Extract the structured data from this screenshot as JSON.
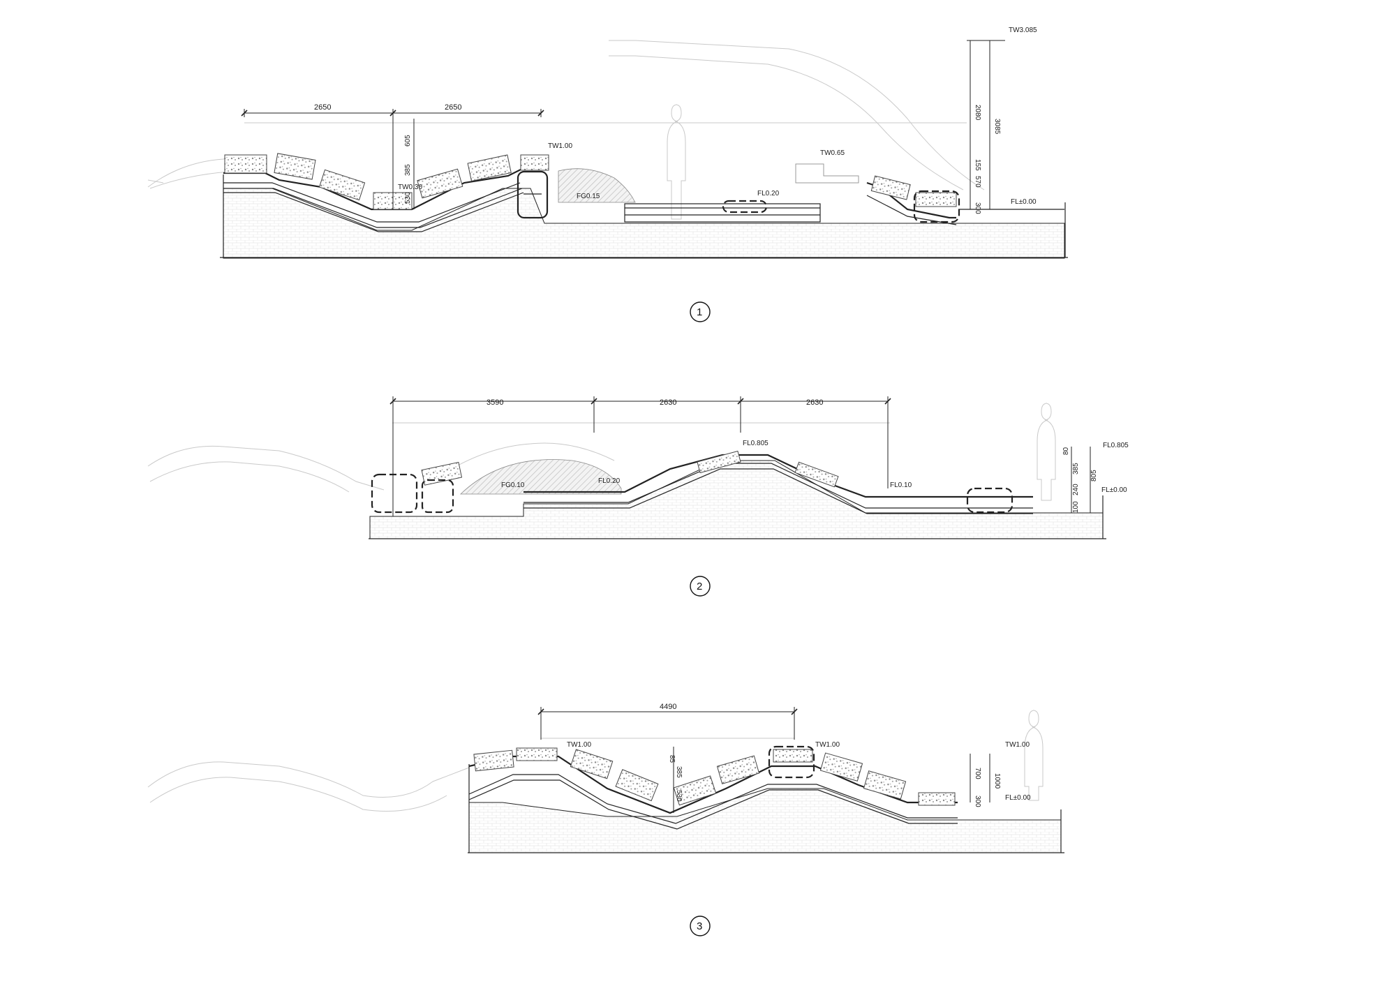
{
  "sections": [
    {
      "number": "1",
      "dimensions": {
        "horizontal": [
          "2650",
          "2650"
        ],
        "vertical": [
          "605",
          "385",
          "530",
          "2080",
          "3085",
          "155",
          "570",
          "300"
        ]
      },
      "level_marks": [
        "TW1.00",
        "TW0.30",
        "FG0.15",
        "FL0.20",
        "TW0.65",
        "TW3.085",
        "FL±0.00"
      ]
    },
    {
      "number": "2",
      "dimensions": {
        "horizontal": [
          "3590",
          "2630",
          "2630"
        ],
        "vertical": [
          "80",
          "385",
          "240",
          "805",
          "100"
        ]
      },
      "level_marks": [
        "FG0.10",
        "FL0.20",
        "FL0.805",
        "FL0.10",
        "FL0.805",
        "FL±0.00"
      ]
    },
    {
      "number": "3",
      "dimensions": {
        "horizontal": [
          "4490"
        ],
        "vertical": [
          "85",
          "385",
          "530",
          "700",
          "1000",
          "300"
        ]
      },
      "level_marks": [
        "TW1.00",
        "TW1.00",
        "TW1.00",
        "FL±0.00"
      ]
    }
  ]
}
